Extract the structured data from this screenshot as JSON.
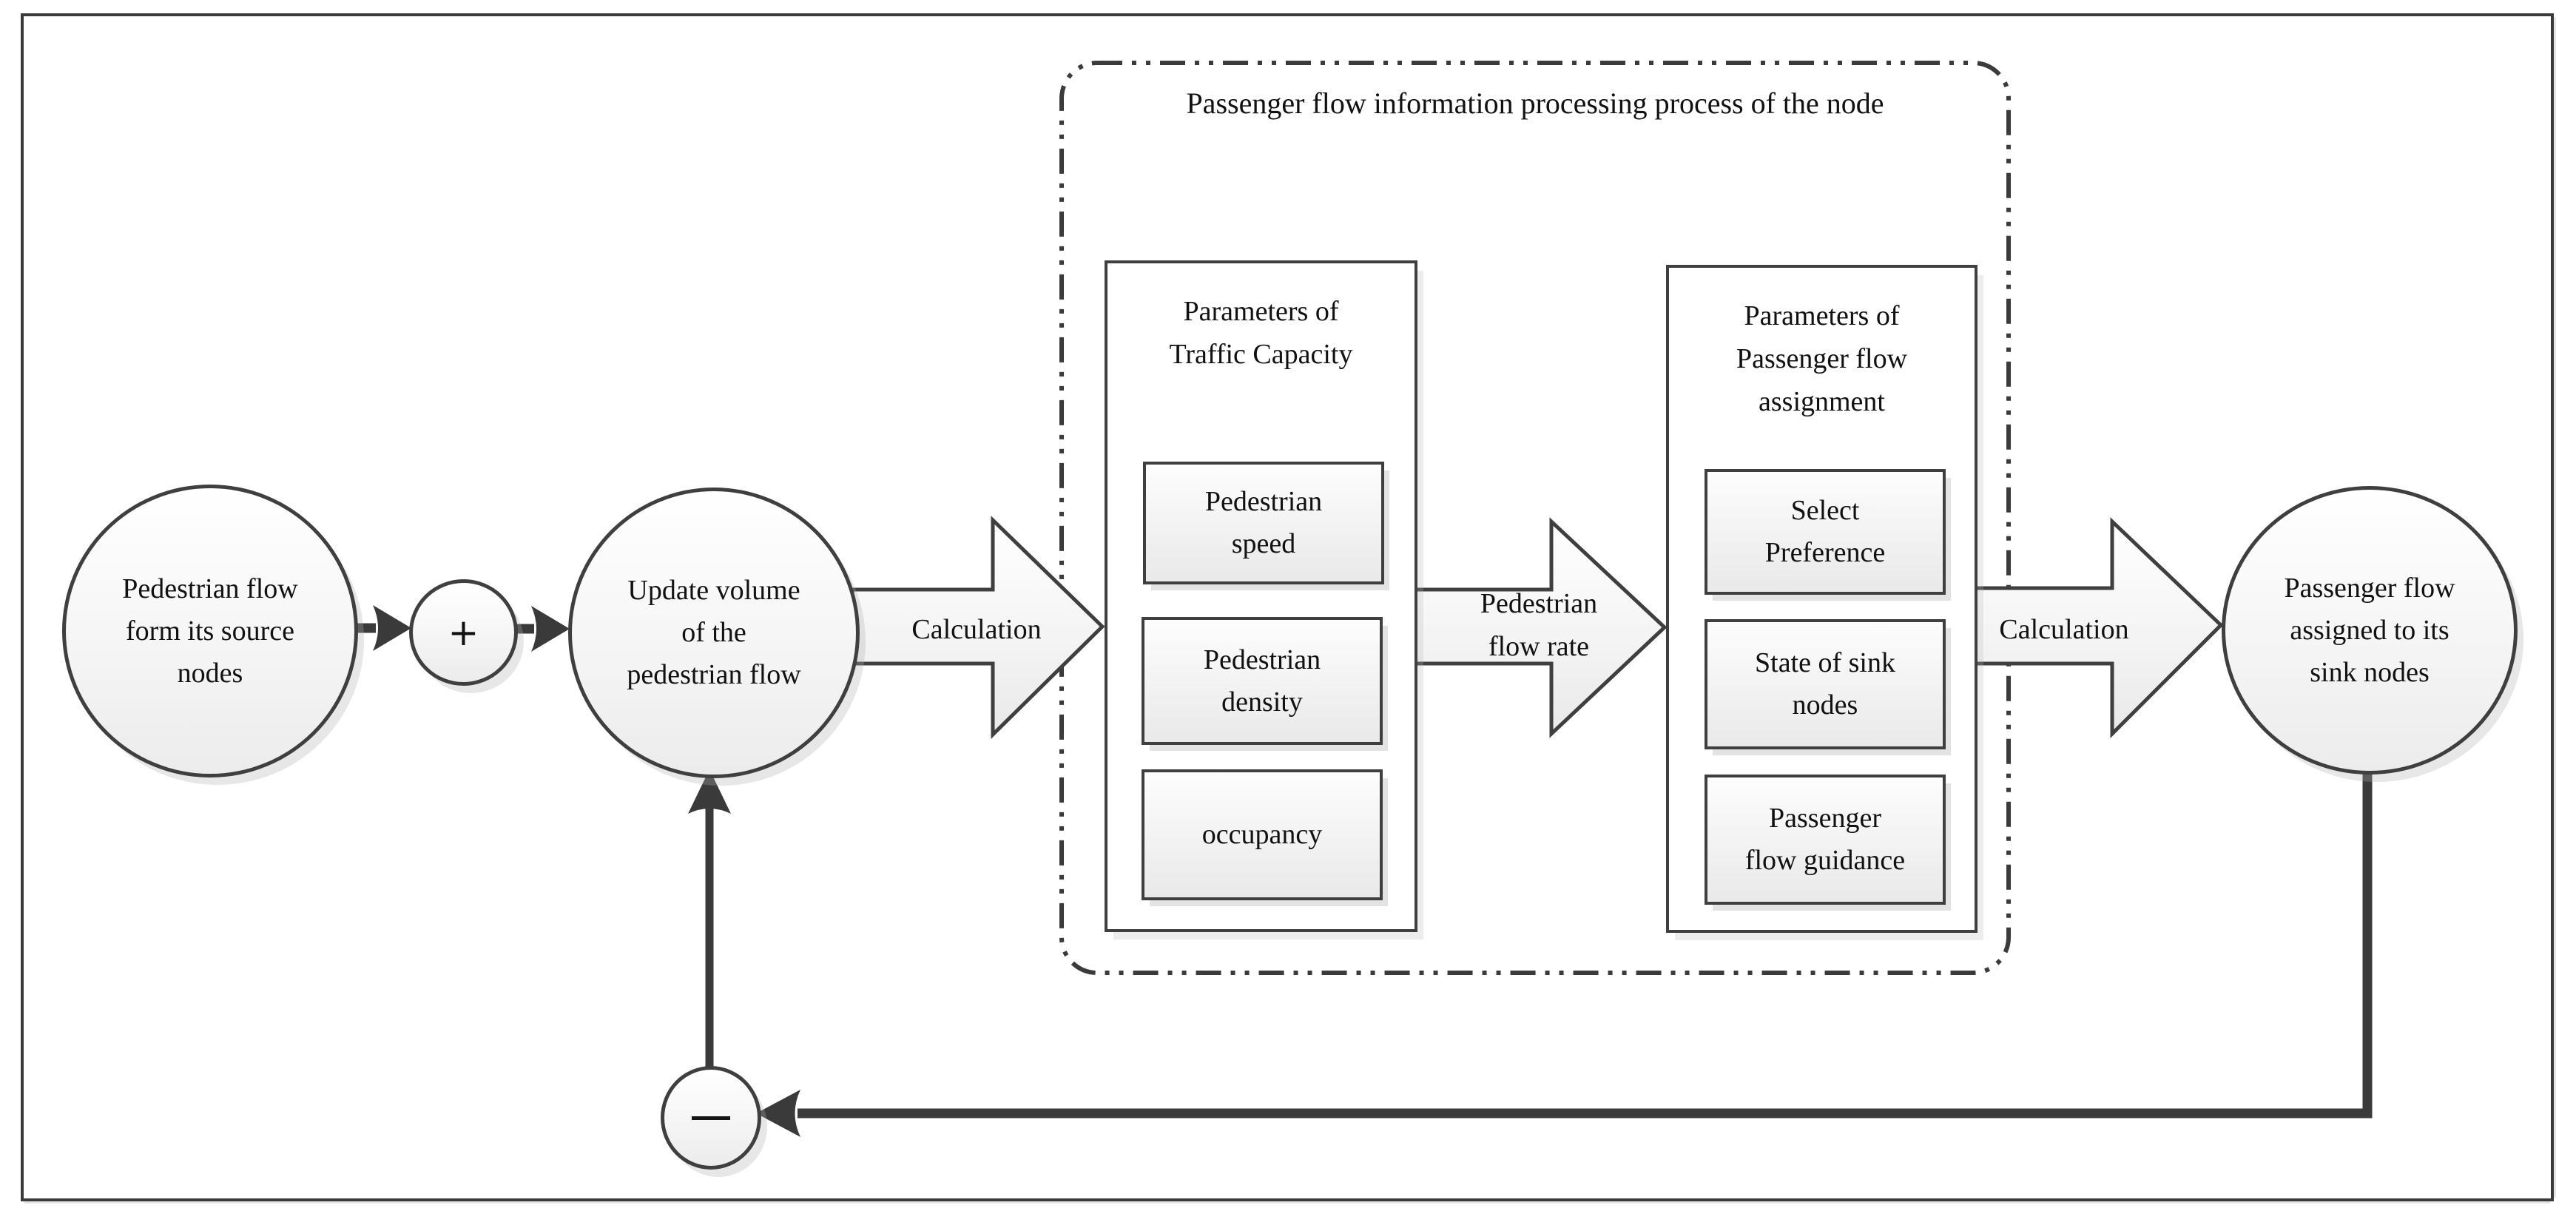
{
  "diagram": {
    "title": "Passenger flow information processing process of the node",
    "nodes": {
      "source": "Pedestrian flow\nform its source\nnodes",
      "plus": "+",
      "update": "Update volume\nof the\npedestrian flow",
      "sink": "Passenger flow\nassigned to its\nsink nodes"
    },
    "labels": {
      "calc_left": "Calculation",
      "flow_rate": "Pedestrian\nflow rate",
      "calc_right": "Calculation"
    },
    "traffic_box": {
      "heading": "Parameters of\nTraffic Capacity",
      "items": [
        "Pedestrian\nspeed",
        "Pedestrian\ndensity",
        "occupancy"
      ]
    },
    "assignment_box": {
      "heading": "Parameters of\nPassenger flow\nassignment",
      "items": [
        "Select\nPreference",
        "State of sink\nnodes",
        "Passenger\nflow guidance"
      ]
    },
    "colors": {
      "node_border": "#3f3f3f",
      "connector": "#3a3a3a",
      "fill_top": "#ffffff",
      "fill_bottom": "#ececec"
    }
  }
}
